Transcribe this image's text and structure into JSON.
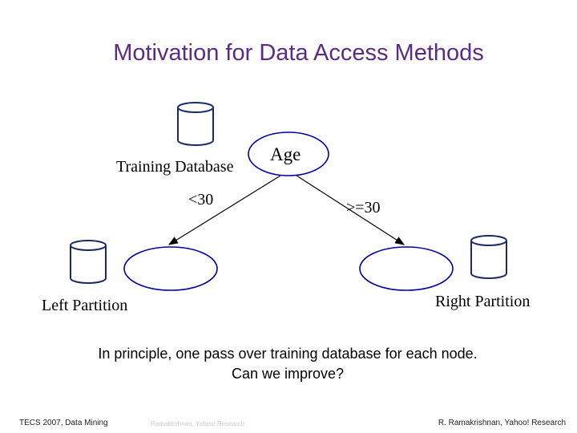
{
  "slide": {
    "title": "Motivation for Data Access Methods",
    "nodes": {
      "root_label": "Age",
      "training_db_label": "Training Database",
      "left_partition_label": "Left Partition",
      "right_partition_label": "Right Partition"
    },
    "edges": {
      "left_label": "<30",
      "right_label": ">=30"
    },
    "body_line1": "In principle, one pass over training database for each node.",
    "body_line2": "Can we improve?",
    "footer": {
      "left": "TECS 2007, Data Mining",
      "middle": "Ramakrishnan, Yahoo! Research",
      "right": "R. Ramakrishnan, Yahoo! Research"
    },
    "colors": {
      "title": "#5b2c83",
      "node_stroke": "#0000a0",
      "cylinder_stroke": "#1a2a66"
    }
  }
}
